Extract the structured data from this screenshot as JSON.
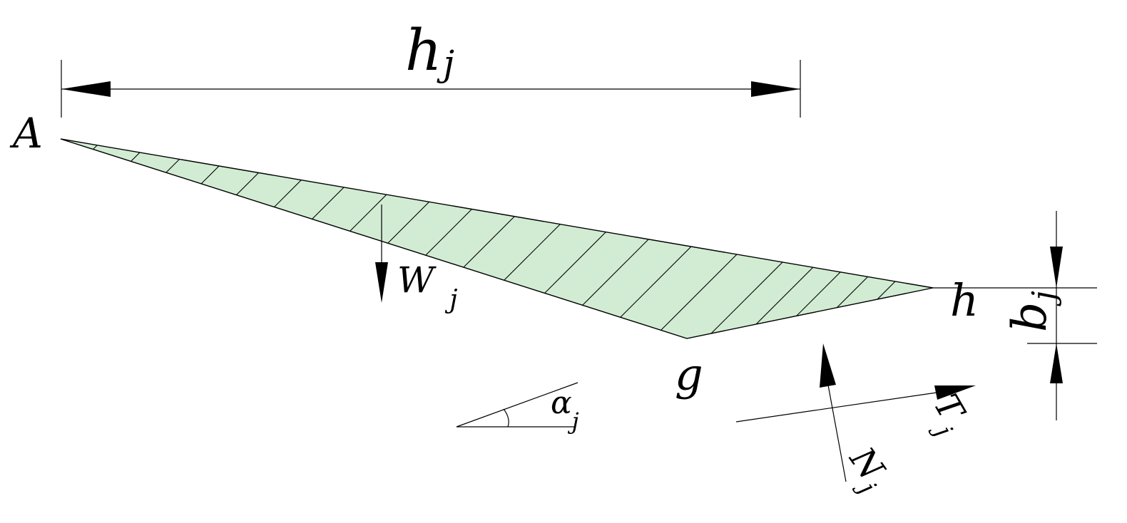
{
  "labels": {
    "dimension_h": "h",
    "dimension_h_sub": "j",
    "point_a": "A",
    "point_g": "g",
    "point_h": "h",
    "weight": "W",
    "weight_sub": "j",
    "angle": "α",
    "angle_sub": "j",
    "normal": "N",
    "normal_sub": "j",
    "tangential": "T",
    "tangential_sub": "j",
    "dimension_b": "b",
    "dimension_b_sub": "j"
  },
  "colors": {
    "fill": "#d2ecd3",
    "stroke": "#000000"
  }
}
